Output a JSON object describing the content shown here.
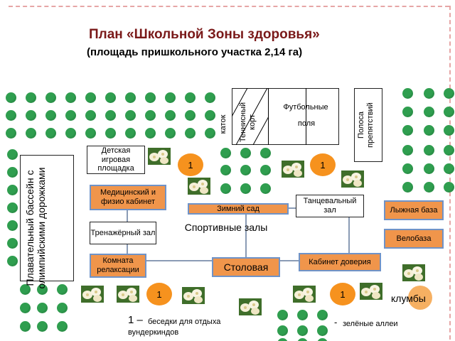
{
  "title": "План «Школьной Зоны здоровья»",
  "subtitle": "(площадь пришкольного участка 2,14 га)",
  "labels": {
    "katok": "каток",
    "tennis": "Теннисный корт",
    "football": "Футбольные",
    "football_2": "поля",
    "obstacle": "Полоса препятствий",
    "pool": "Плавательный бассейн с олимпийскими дорожками",
    "playground": "Детская игровая площадка",
    "medical": "Медицинский и физио кабинет",
    "winter_garden": "Зимний сад",
    "dance": "Танцевальный зал",
    "ski": "Лыжная база",
    "gym": "Тренажёрный зал",
    "sport_halls": "Спортивные залы",
    "bike": "Велобаза",
    "relax": "Комната релаксации",
    "canteen": "Столовая",
    "trust": "Кабинет доверия",
    "flowerbeds": "клумбы"
  },
  "gazebo_number": "1",
  "legend": {
    "gazebo_prefix": "1 –",
    "gazebo_text": "беседки для отдыха вундеркиндов",
    "alley_prefix": "-",
    "alley_text": "зелёные аллеи"
  },
  "colors": {
    "title": "#7a1919",
    "tree": "#2f9e4f",
    "orange_box": "#f0954b",
    "orange_border": "#6f93c8",
    "circle": "#f6921e",
    "connector": "#8a9bb5"
  },
  "icons": {
    "tree": "tree-dot-icon",
    "flower": "rose-flower-icon"
  }
}
